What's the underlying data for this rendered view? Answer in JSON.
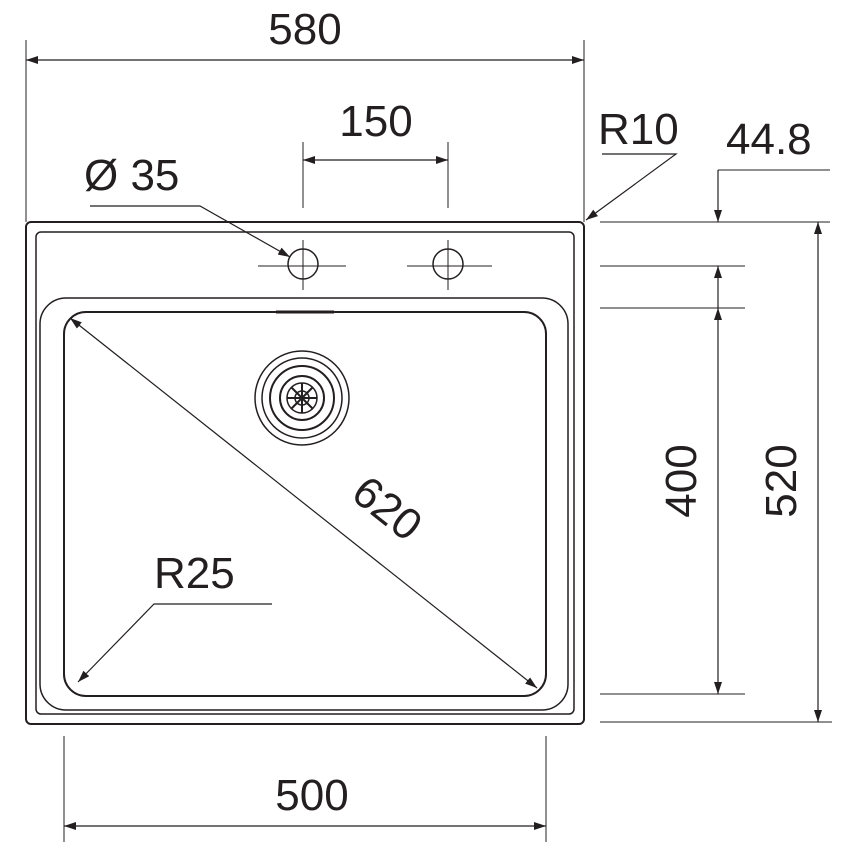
{
  "dimensions": {
    "overall_width": "580",
    "tap_hole_spacing": "150",
    "tap_hole_diameter": "Ø 35",
    "corner_radius_outer": "R10",
    "deck_offset": "44.8",
    "bowl_diagonal": "620",
    "bowl_corner_radius": "R25",
    "bowl_depth": "400",
    "overall_depth": "520",
    "bowl_width": "500"
  },
  "colors": {
    "line": "#231f20",
    "background": "#ffffff"
  }
}
